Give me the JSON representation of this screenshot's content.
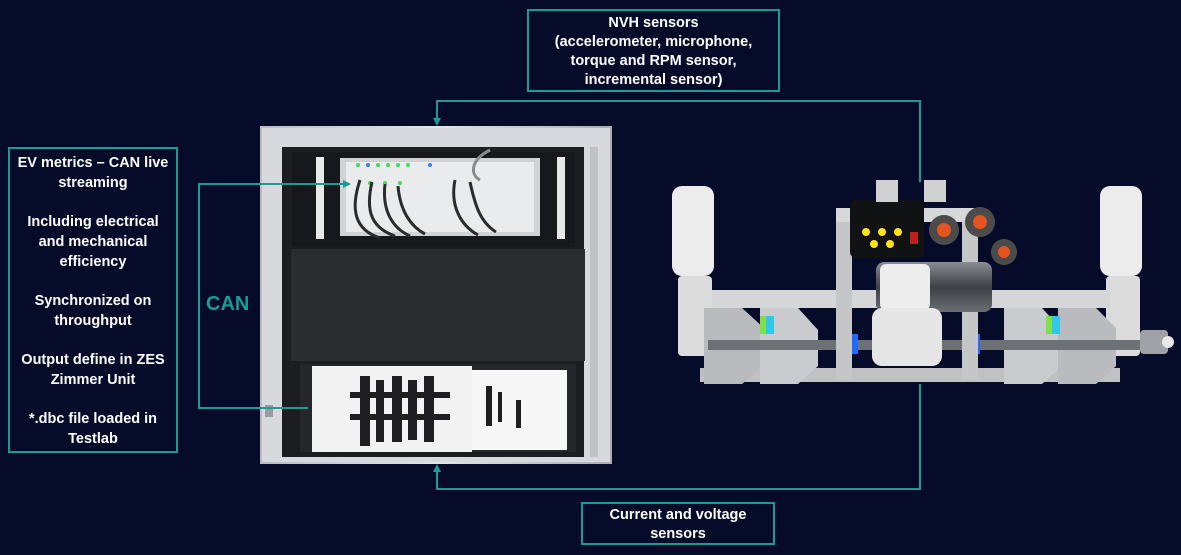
{
  "metrics": {
    "lines": [
      "EV metrics – CAN live streaming",
      "Including electrical and mechanical efficiency",
      "Synchronized on throughput",
      "Output define in ZES Zimmer Unit",
      "*.dbc file loaded in Testlab"
    ]
  },
  "can_label": "CAN",
  "nvh": {
    "line1": "NVH sensors",
    "line2": "(accelerometer, microphone,",
    "line3": "torque and RPM sensor,",
    "line4": "incremental sensor)"
  },
  "current": {
    "line1": "Current and voltage",
    "line2": "sensors"
  },
  "colors": {
    "background": "#060b2a",
    "accent": "#1a9b94"
  }
}
